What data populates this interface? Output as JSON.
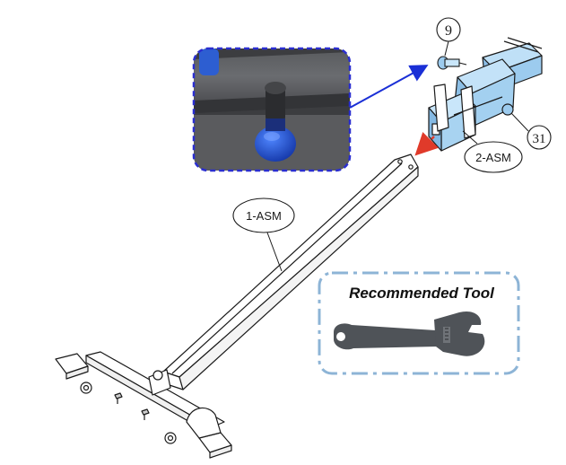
{
  "labels": {
    "part_main_frame": "1-ASM",
    "part_bracket": "2-ASM",
    "callout_pin": "9",
    "callout_knob": "31"
  },
  "tool_box": {
    "title": "Recommended Tool",
    "tool_icon": "adjustable-wrench-icon"
  },
  "inset": {
    "description_icon": "pull-pin-knob-closeup"
  },
  "colors": {
    "inset_border": "#2a2ed0",
    "pointer_arrow": "#1a2fd6",
    "insert_arrow": "#e03a2a",
    "bracket_fill": "#a9d3f2",
    "tool_box_border": "#8db4d6",
    "wrench": "#4f5358",
    "knob": "#1f56c9"
  }
}
